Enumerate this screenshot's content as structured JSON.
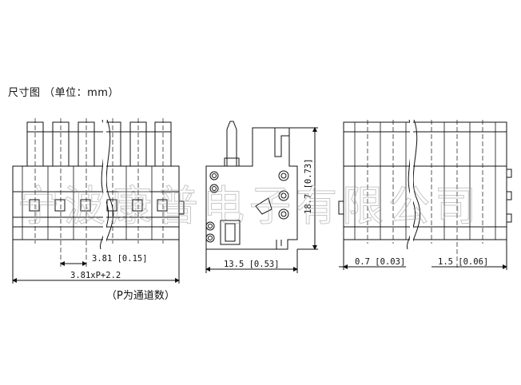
{
  "title": "尺寸图 （单位：mm）",
  "note": "（P为通道数）",
  "dimensions": {
    "pitch": "3.81 [0.15]",
    "overall_length": "3.81xP+2.2",
    "depth": "13.5 [0.53]",
    "height": "18.7 [0.73]",
    "thickness_a": "0.7 [0.03]",
    "thickness_b": "1.5 [0.06]"
  },
  "watermark": "宁波康普电子有限公司"
}
